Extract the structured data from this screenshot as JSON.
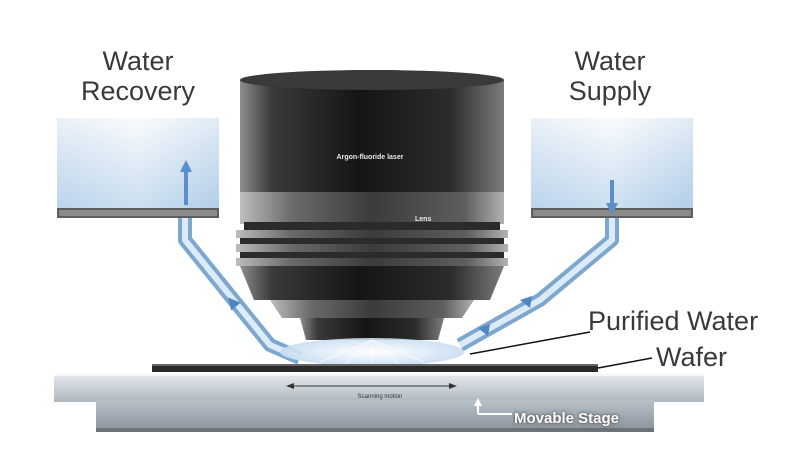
{
  "labels": {
    "water_recovery_line1": "Water",
    "water_recovery_line2": "Recovery",
    "water_supply_line1": "Water",
    "water_supply_line2": "Supply",
    "purified_water": "Purified Water",
    "wafer": "Wafer",
    "movable_stage": "Movable Stage",
    "laser": "Argon-fluoride laser",
    "lens": "Lens",
    "scanning_motion": "Scanning motion"
  },
  "colors": {
    "water_light": "#eaf3fb",
    "water_mid": "#b9d6ee",
    "water_arrow": "#5b8fc8",
    "lens_dark": "#1b1b1b",
    "lens_mid": "#8a8a8a",
    "stage": "#c9d0d6",
    "wafer": "#2a2a2a",
    "leader_line": "#111111"
  },
  "icons": [
    "up-arrow-icon",
    "down-arrow-icon",
    "double-arrow-icon"
  ]
}
